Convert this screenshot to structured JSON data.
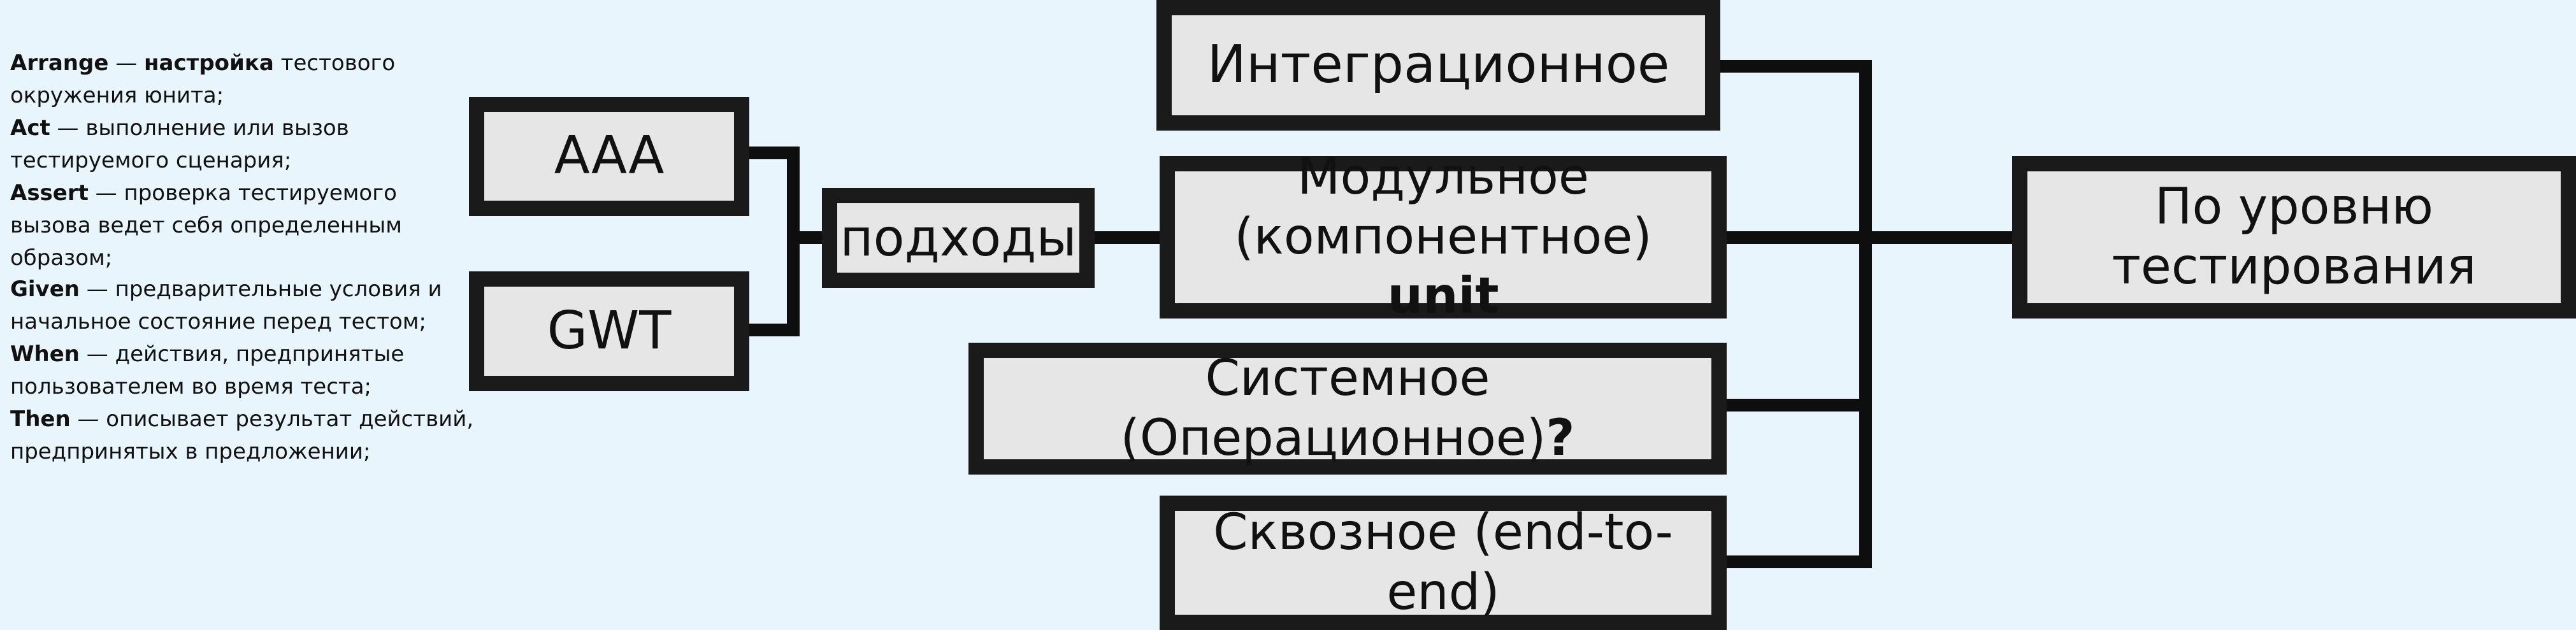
{
  "nodes": {
    "by_level": {
      "line1": "По уровню",
      "line2": "тестирования"
    },
    "integration": "Интеграционное",
    "unit": {
      "line1": "Модульное",
      "line2": "(компонентное) ",
      "line2_bold": "unit"
    },
    "system": {
      "text": "Системное (Операционное)",
      "bold": "?"
    },
    "e2e": "Сквозное (end-to-end)",
    "approaches": "подходы",
    "aaa": "AAA",
    "gwt": "GWT"
  },
  "descriptions": {
    "aaa": [
      {
        "term": "Arrange",
        "dash": " — ",
        "bold_word": "настройка",
        "text": " тестового окружения  юнита;"
      },
      {
        "term": "Act",
        "dash": " — ",
        "text": "выполнение или вызов тестируемого сценария;"
      },
      {
        "term": "Assert",
        "dash": " — ",
        "text": "проверка тестируемого вызова ведет себя определенным образом;"
      }
    ],
    "gwt": [
      {
        "term": "Given",
        "dash": " — ",
        "text": "предварительные условия и начальное состояние перед тестом;"
      },
      {
        "term": "When",
        "dash": " — ",
        "text": "действия, предпринятые пользователем во время теста;"
      },
      {
        "term": "Then",
        "dash": " — ",
        "text": "описывает результат действий, предпринятых в предложении;"
      }
    ]
  },
  "colors": {
    "background": "#e8f5fc",
    "box_fill": "#e6e6e6",
    "border": "#1a1a1a",
    "connector": "#0e0e0e"
  }
}
